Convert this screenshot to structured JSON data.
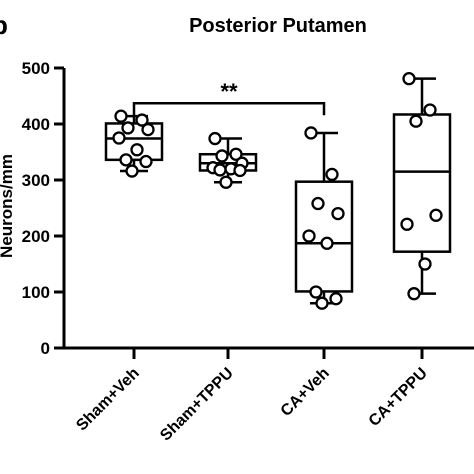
{
  "chart_data": {
    "type": "box",
    "panel_label": "b",
    "title": "Posterior  Putamen",
    "ylabel": "Neurons/mm",
    "xlabel": "",
    "ylim": [
      0,
      500
    ],
    "yticks": [
      0,
      100,
      200,
      300,
      400,
      500
    ],
    "grid": false,
    "categories": [
      "Sham+Veh",
      "Sham+TPPU",
      "CA+Veh",
      "CA+TPPU"
    ],
    "boxes": [
      {
        "category": "Sham+Veh",
        "min": 316,
        "q1": 336,
        "median": 374,
        "q3": 401,
        "max": 414
      },
      {
        "category": "Sham+TPPU",
        "min": 296,
        "q1": 317,
        "median": 330,
        "q3": 346,
        "max": 374
      },
      {
        "category": "CA+Veh",
        "min": 80,
        "q1": 101,
        "median": 187,
        "q3": 297,
        "max": 384
      },
      {
        "category": "CA+TPPU",
        "min": 97,
        "q1": 172,
        "median": 315,
        "q3": 417,
        "max": 481
      }
    ],
    "points": [
      {
        "category": "Sham+Veh",
        "values": [
          414,
          407,
          393,
          390,
          375,
          354,
          336,
          333,
          316
        ]
      },
      {
        "category": "Sham+TPPU",
        "values": [
          374,
          346,
          343,
          330,
          322,
          320,
          318,
          317,
          296
        ]
      },
      {
        "category": "CA+Veh",
        "values": [
          384,
          310,
          258,
          240,
          200,
          187,
          100,
          88,
          80
        ]
      },
      {
        "category": "CA+TPPU",
        "values": [
          481,
          425,
          405,
          237,
          221,
          150,
          97
        ]
      }
    ],
    "significance": [
      {
        "from": "Sham+Veh",
        "to": "CA+Veh",
        "y": 455,
        "label": "**"
      }
    ]
  }
}
